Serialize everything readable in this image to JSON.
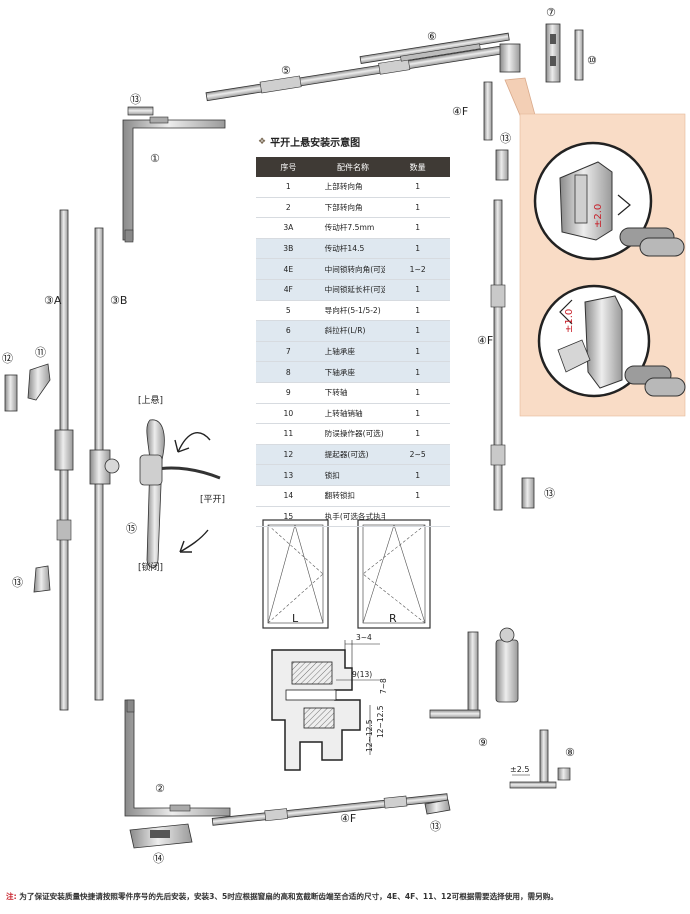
{
  "table": {
    "title": "平开上悬安装示意图",
    "headers": [
      "序号",
      "配件名称",
      "数量"
    ],
    "rows": [
      {
        "no": "1",
        "name": "上部转向角",
        "qty": "1"
      },
      {
        "no": "2",
        "name": "下部转向角",
        "qty": "1"
      },
      {
        "no": "3A",
        "name": "传动杆7.5mm",
        "qty": "1"
      },
      {
        "no": "3B",
        "name": "传动杆14.5",
        "qty": "1"
      },
      {
        "no": "4E",
        "name": "中间锁转向角(可选件)",
        "qty": "1~2"
      },
      {
        "no": "4F",
        "name": "中间锁延长杆(可选件)",
        "qty": "1"
      },
      {
        "no": "5",
        "name": "导向杆(5-1/5-2)",
        "qty": "1"
      },
      {
        "no": "6",
        "name": "斜拉杆(L/R)",
        "qty": "1"
      },
      {
        "no": "7",
        "name": "上轴承座",
        "qty": "1"
      },
      {
        "no": "8",
        "name": "下轴承座",
        "qty": "1"
      },
      {
        "no": "9",
        "name": "下转轴",
        "qty": "1"
      },
      {
        "no": "10",
        "name": "上转轴销轴",
        "qty": "1"
      },
      {
        "no": "11",
        "name": "防误操作器(可选)",
        "qty": "1"
      },
      {
        "no": "12",
        "name": "提起器(可选)",
        "qty": "2~5"
      },
      {
        "no": "13",
        "name": "锁扣",
        "qty": "1"
      },
      {
        "no": "14",
        "name": "翻转锁扣",
        "qty": "1"
      },
      {
        "no": "15",
        "name": "执手(可选各式执手)",
        "qty": ""
      }
    ]
  },
  "callouts": [
    "⑦",
    "⑥",
    "⑩",
    "⑤",
    "⑬",
    "④F",
    "①",
    "⑬",
    "③A",
    "③B",
    "⑫",
    "⑪",
    "⑬",
    "⑮",
    "④F",
    "⑬",
    "⑨",
    "⑧",
    "②",
    "④F",
    "⑬",
    "⑭"
  ],
  "handle_labels": {
    "top_hung": "[上悬]",
    "side_hung": "[平开]",
    "locked": "[锁闭]"
  },
  "window_labels": {
    "left": "L",
    "right": "R"
  },
  "dimensions": {
    "d1": "3~4",
    "d2": "9(13)",
    "d3": "7~8",
    "d4": "12~12.5",
    "d5": "12~12.5"
  },
  "detail_labels": {
    "top": "±2.0",
    "bottom": "±1.0",
    "small": "±2.5"
  },
  "note": {
    "label": "注:",
    "text": "为了保证安装质量快捷请按照零件序号的先后安装，安装3、5时应根据窗扇的高和宽截断齿端至合适的尺寸，4E、4F、11、12可根据需要选择使用，需另购。"
  },
  "colors": {
    "header_bg": "#3f3a35",
    "row_alt": "#dfe8f0",
    "detail_bg": "#f9dcc6",
    "note_label": "#c8202a"
  }
}
